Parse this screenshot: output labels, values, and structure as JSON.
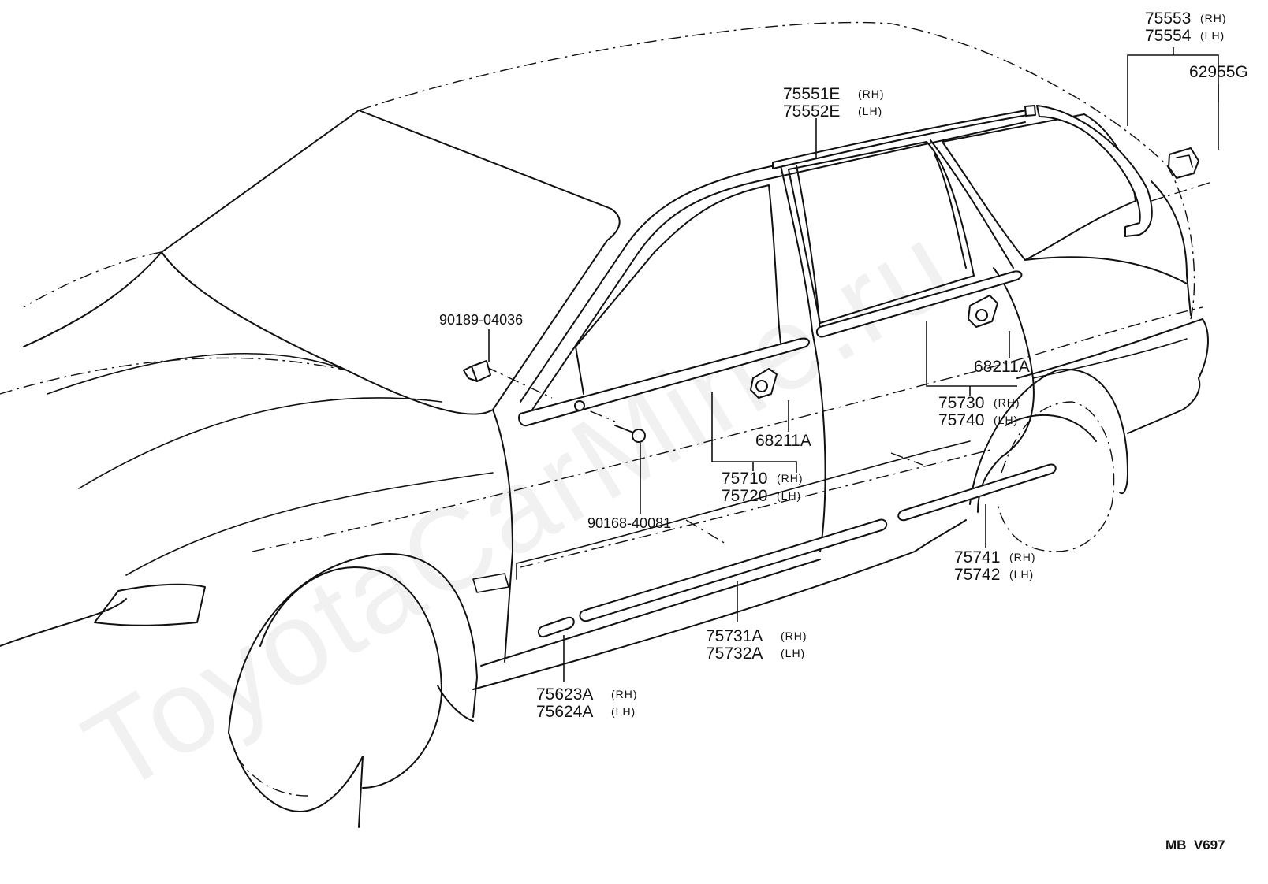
{
  "watermark": "ToyotaCarMine.ru",
  "diagram_code": "MB  V697",
  "callouts": {
    "roof_rear_rh": {
      "part": "75553",
      "side": "(RH)"
    },
    "roof_rear_lh": {
      "part": "75554",
      "side": "(LH)"
    },
    "clip_rear": {
      "part": "62955G"
    },
    "roof_drip_rh": {
      "part": "75551E",
      "side": "(RH)"
    },
    "roof_drip_lh": {
      "part": "75552E",
      "side": "(LH)"
    },
    "clip_front_upper": {
      "part": "90189-04036"
    },
    "screw_front": {
      "part": "90168-40081"
    },
    "clip_rear_door": {
      "part": "68211A"
    },
    "clip_front_door": {
      "part": "68211A"
    },
    "belt_rear_rh": {
      "part": "75730",
      "side": "(RH)"
    },
    "belt_rear_lh": {
      "part": "75740",
      "side": "(LH)"
    },
    "belt_front_rh": {
      "part": "75710",
      "side": "(RH)"
    },
    "belt_front_lh": {
      "part": "75720",
      "side": "(LH)"
    },
    "side_rear_rh": {
      "part": "75741",
      "side": "(RH)"
    },
    "side_rear_lh": {
      "part": "75742",
      "side": "(LH)"
    },
    "side_front_rh": {
      "part": "75731A",
      "side": "(RH)"
    },
    "side_front_lh": {
      "part": "75732A",
      "side": "(LH)"
    },
    "fender_rh": {
      "part": "75623A",
      "side": "(RH)"
    },
    "fender_lh": {
      "part": "75624A",
      "side": "(LH)"
    }
  }
}
